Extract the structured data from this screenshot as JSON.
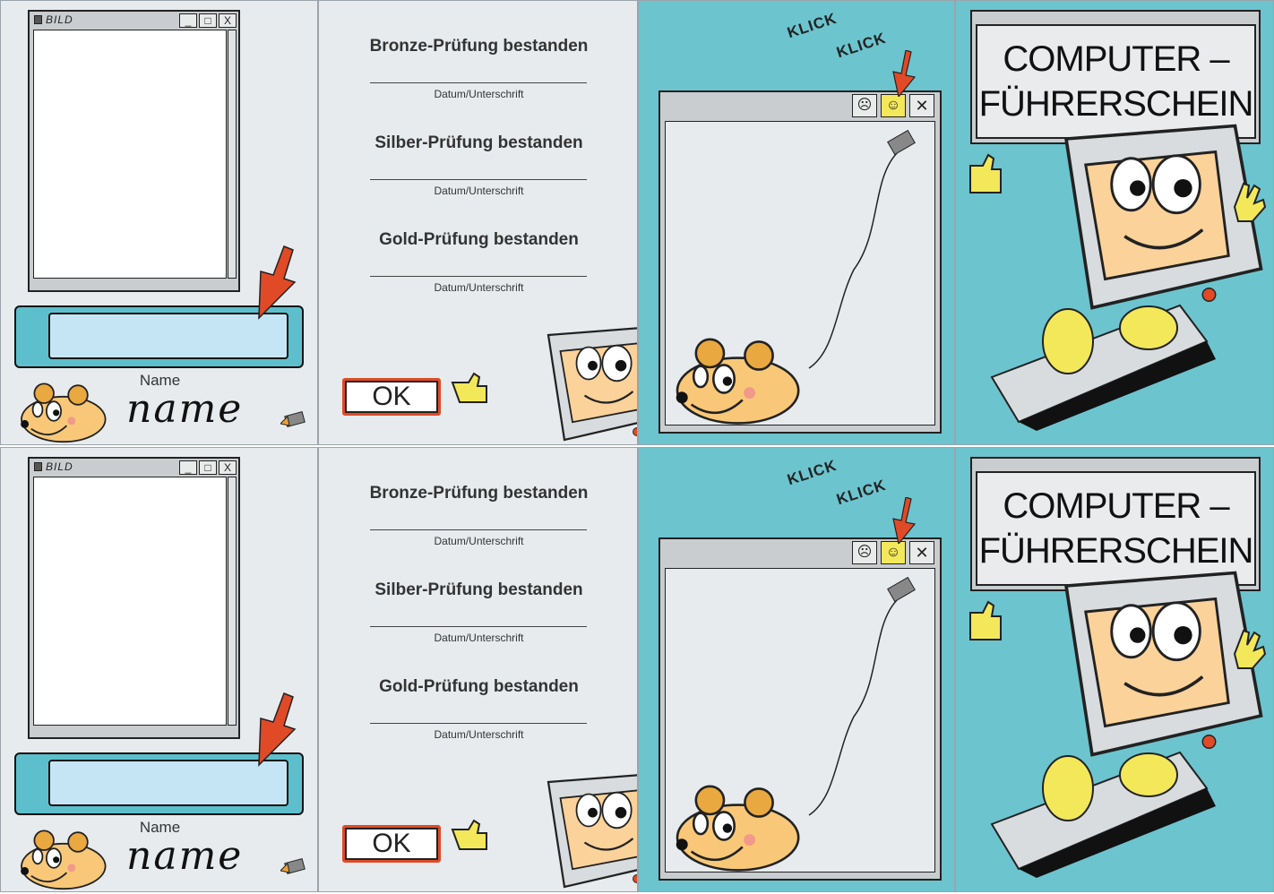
{
  "cards": [
    {
      "photo_window": {
        "title": "BILD",
        "minimize": "_",
        "maximize": "□",
        "close": "X"
      },
      "name_label": "Name",
      "name_script": "name",
      "exams": [
        {
          "label": "Bronze-Prüfung bestanden",
          "signature": "Datum/Unterschrift"
        },
        {
          "label": "Silber-Prüfung bestanden",
          "signature": "Datum/Unterschrift"
        },
        {
          "label": "Gold-Prüfung bestanden",
          "signature": "Datum/Unterschrift"
        }
      ],
      "ok_button": "OK",
      "klick": [
        "KLICK",
        "KLICK"
      ],
      "title_lines": [
        "COMPUTER –",
        "FÜHRERSCHEIN"
      ]
    },
    {
      "photo_window": {
        "title": "BILD",
        "minimize": "_",
        "maximize": "□",
        "close": "X"
      },
      "name_label": "Name",
      "name_script": "name",
      "exams": [
        {
          "label": "Bronze-Prüfung bestanden",
          "signature": "Datum/Unterschrift"
        },
        {
          "label": "Silber-Prüfung bestanden",
          "signature": "Datum/Unterschrift"
        },
        {
          "label": "Gold-Prüfung bestanden",
          "signature": "Datum/Unterschrift"
        }
      ],
      "ok_button": "OK",
      "klick": [
        "KLICK",
        "KLICK"
      ],
      "title_lines": [
        "COMPUTER –",
        "FÜHRERSCHEIN"
      ]
    }
  ],
  "colors": {
    "teal": "#6cc4ce",
    "panel": "#e7ebee",
    "arrow": "#e04a26",
    "mouse": "#f8c878",
    "yellow": "#f2e85a"
  }
}
